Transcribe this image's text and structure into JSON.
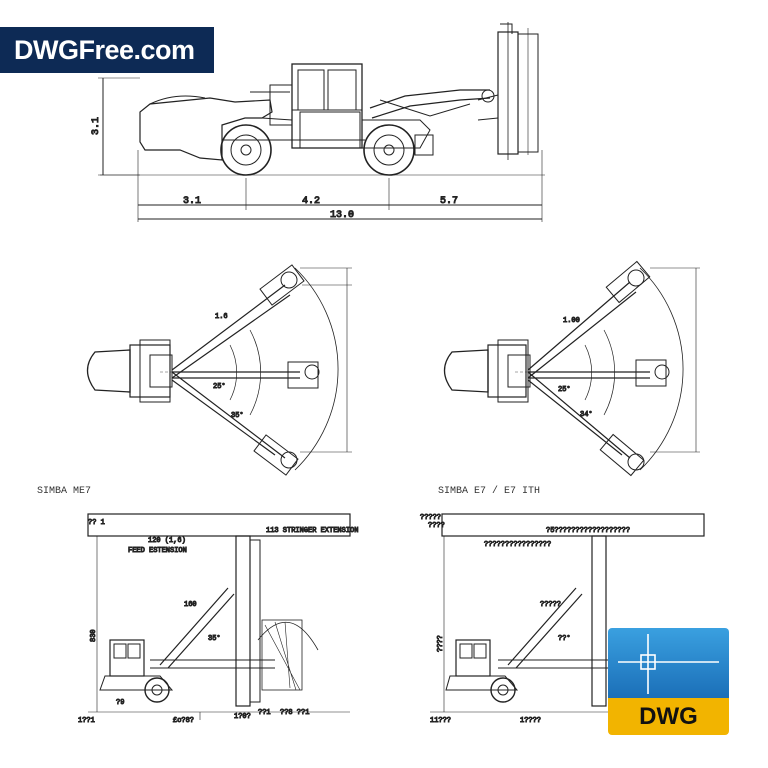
{
  "logo": {
    "text": "DWGFree.com",
    "background": "#0d2a55"
  },
  "side_view": {
    "height_dim": "3.1",
    "dims": [
      "3.1",
      "4.2",
      "5.7"
    ],
    "total_length": "13.0"
  },
  "plan_me7": {
    "arm_label": "1.6",
    "angle_inner": "25°",
    "angle_outer": "35°"
  },
  "plan_e7": {
    "arm_label": "1.00",
    "angle_inner": "25°",
    "angle_outer": "34°"
  },
  "captions": {
    "left": "SIMBA ME7",
    "right": "SIMBA E7 / E7 ITH"
  },
  "front_me7": {
    "top_left": "?? 1",
    "feed_ext": "120 (1,6)",
    "feed_ext_label": "FEED ESTENSION",
    "stinger": "113 STRINGER EXTENSION",
    "boom_label": "160",
    "angle": "35°",
    "side_height": "830",
    "left_dim": "?9",
    "bottom_left": "1??1",
    "bottom_mid": "£o?8?",
    "bottom_r1": "1?0?",
    "bottom_r2": "??1",
    "bottom_r3": "??8 ??1"
  },
  "front_e7": {
    "top_left": "?????",
    "top_left2": "????",
    "top_mid": "?5??????????????????",
    "top_mid2": "????????????????",
    "boom_label": "?????",
    "angle": "??°",
    "side_height": "????",
    "bottom_left": "11???",
    "bottom_mid": "1????"
  },
  "badge": {
    "text": "DWG",
    "top_color": "#2a8fd6",
    "bottom_color": "#f2b400"
  }
}
